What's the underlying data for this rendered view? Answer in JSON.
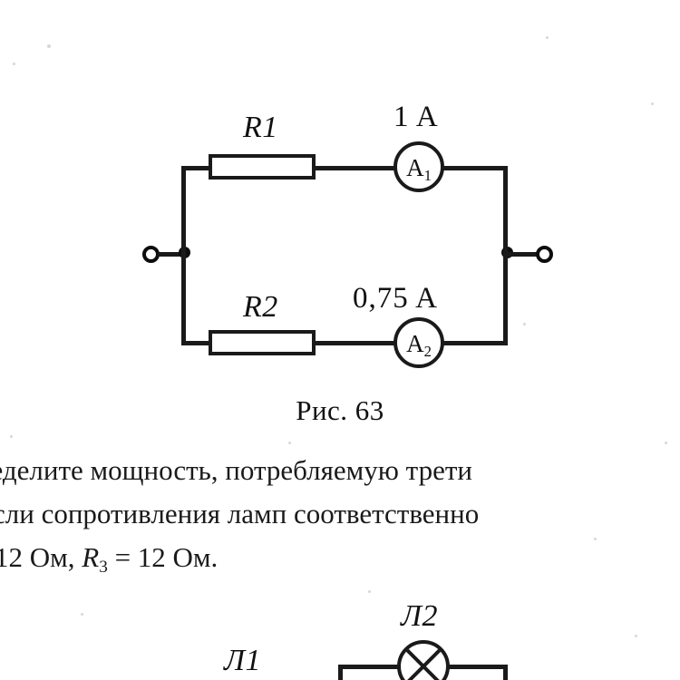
{
  "page": {
    "background_color": "#ffffff",
    "ink_color": "#1a1a1a"
  },
  "figure_63": {
    "caption": "Рис. 63",
    "branches": [
      {
        "resistor_label": "R1",
        "ammeter_label": "A",
        "ammeter_index": "1",
        "current_label": "1 A"
      },
      {
        "resistor_label": "R2",
        "ammeter_label": "A",
        "ammeter_index": "2",
        "current_label": "0,75  A"
      }
    ]
  },
  "body_text": {
    "line1": "ределите мощность, потребляемую трети",
    "line2": "сли сопротивления ламп соответственно",
    "line3_prefix": "12 Ом, ",
    "line3_symbol": "R",
    "line3_subscript": "3",
    "line3_suffix": " = 12 Ом."
  },
  "figure_64": {
    "lamp1_label": "Л1",
    "lamp2_label": "Л2"
  }
}
